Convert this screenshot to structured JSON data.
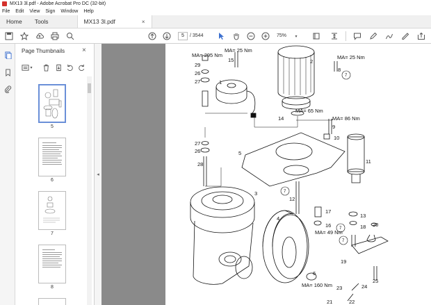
{
  "window": {
    "title": "MX13 3l.pdf - Adobe Acrobat Pro DC (32-bit)"
  },
  "menu": [
    "File",
    "Edit",
    "View",
    "Sign",
    "Window",
    "Help"
  ],
  "tabs": {
    "home": "Home",
    "tools": "Tools",
    "document": "MX13 3l.pdf",
    "close": "×"
  },
  "toolbar": {
    "current_page": "5",
    "total_pages": "/ 3544",
    "zoom": "75%"
  },
  "thumbnails": {
    "title": "Page Thumbnails",
    "close": "×",
    "pages": [
      {
        "label": "5",
        "selected": true
      },
      {
        "label": "6",
        "selected": false
      },
      {
        "label": "7",
        "selected": false
      },
      {
        "label": "8",
        "selected": false
      }
    ]
  },
  "diagram": {
    "part_numbers": [
      "1",
      "2",
      "3",
      "4",
      "5",
      "6",
      "7",
      "7",
      "7",
      "7",
      "8",
      "9",
      "10",
      "11",
      "12",
      "13",
      "14",
      "15",
      "16",
      "17",
      "18",
      "19",
      "20",
      "21",
      "22",
      "23",
      "24",
      "25",
      "26",
      "26",
      "27",
      "27",
      "28",
      "29"
    ],
    "torques": [
      {
        "label": "MA= 295 Nm"
      },
      {
        "label": "MA= 25 Nm"
      },
      {
        "label": "MA= 25 Nm"
      },
      {
        "label": "MA= 65 Nm"
      },
      {
        "label": "MA= 86 Nm"
      },
      {
        "label": "MA= 49 Nm"
      },
      {
        "label": "MA= 160 Nm"
      }
    ]
  }
}
